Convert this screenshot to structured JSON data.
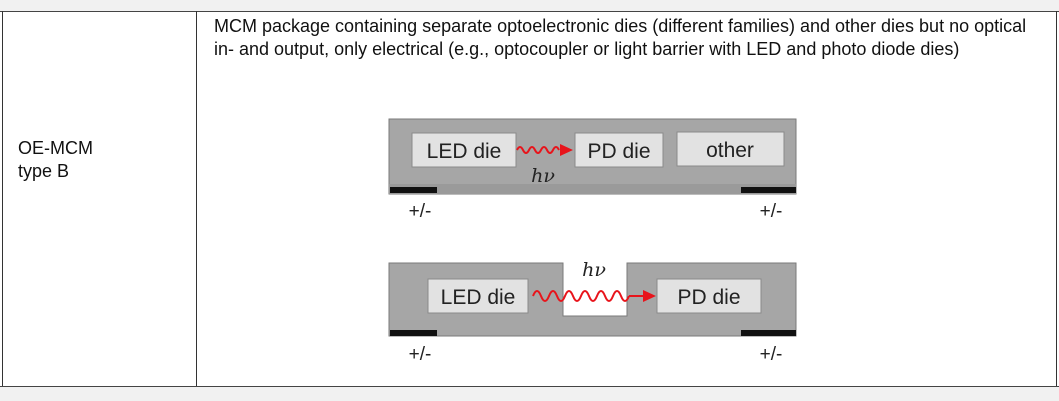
{
  "table": {
    "row_label_line1": "OE-MCM",
    "row_label_line2": "type B",
    "description": "MCM package containing separate optoelectronic dies (different families) and other dies but no optical in- and output, only electrical (e.g., optocoupler or light barrier with LED and photo diode dies)"
  },
  "diagram_top": {
    "led_label": "LED die",
    "pd_label": "PD die",
    "other_label": "other",
    "photon_label": "hν",
    "terminal_left": "+/-",
    "terminal_right": "+/-"
  },
  "diagram_bottom": {
    "led_label": "LED die",
    "pd_label": "PD die",
    "photon_label": "hν",
    "terminal_left": "+/-",
    "terminal_right": "+/-"
  },
  "colors": {
    "package_gray": "#a6a6a6",
    "die_fill": "#e2e2e2",
    "photon_red": "#e8141b",
    "terminal_black": "#111111"
  }
}
